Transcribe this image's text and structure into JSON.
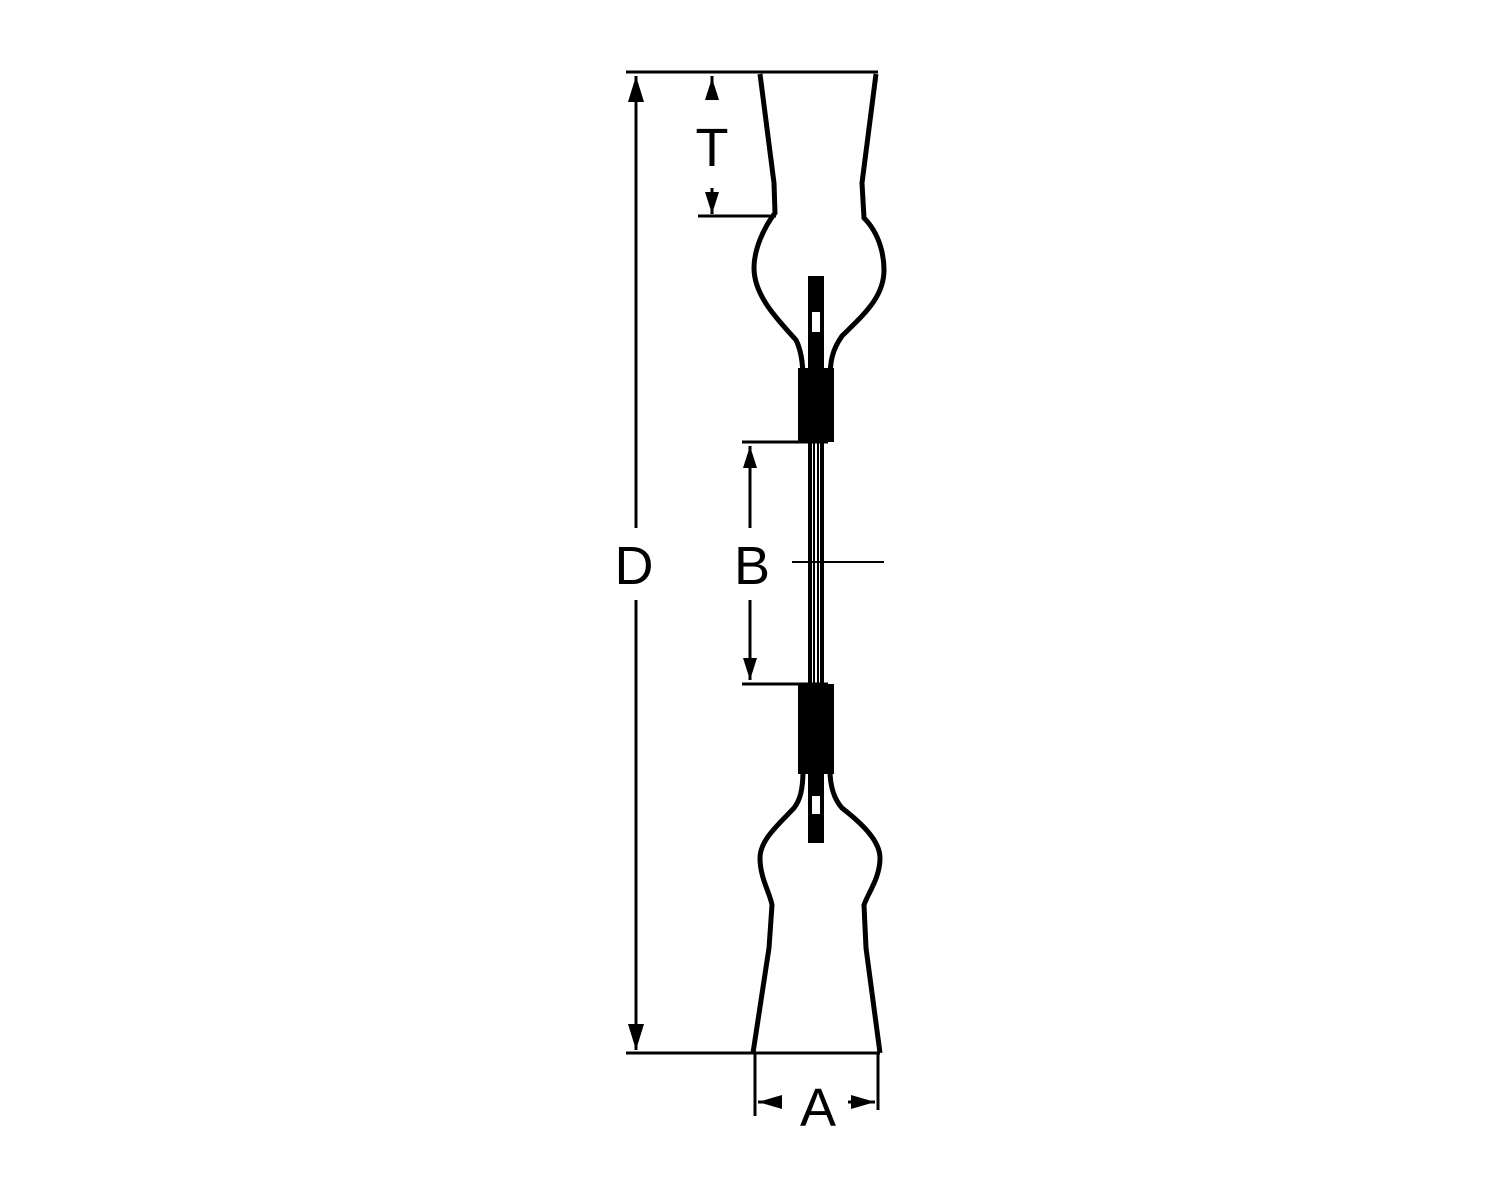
{
  "labels": {
    "t": "T",
    "d": "D",
    "b": "B",
    "a": "A"
  },
  "colors": {
    "ink": "#000000",
    "background": "#ffffff"
  }
}
